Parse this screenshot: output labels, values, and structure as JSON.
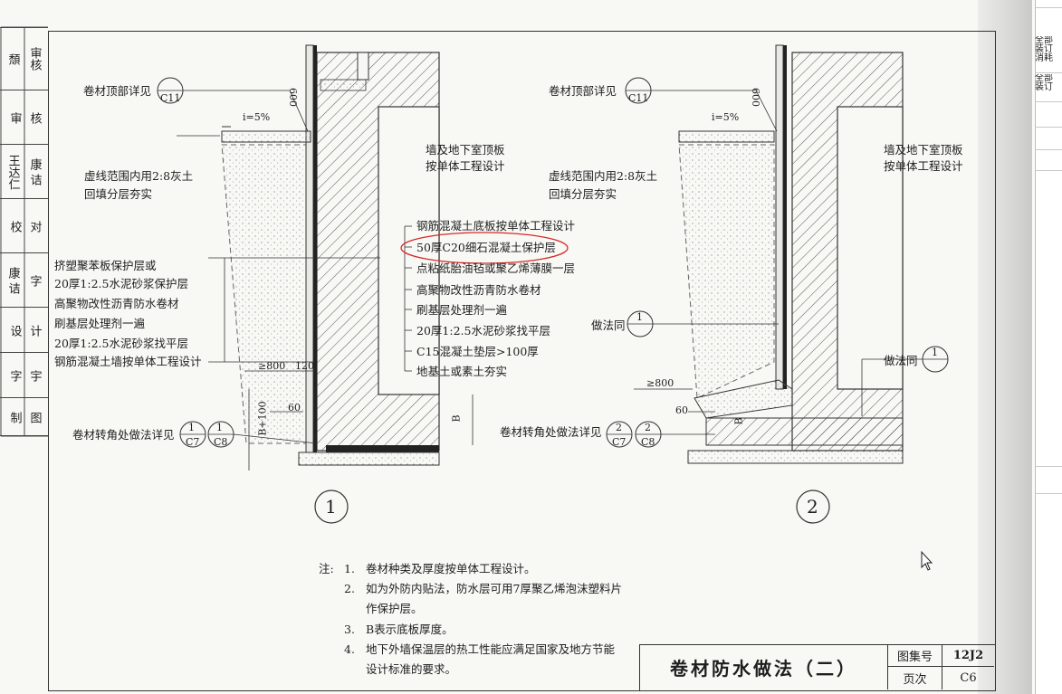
{
  "side_strip": {
    "row1_a": "审核",
    "row1_b": "頹",
    "row2_a": "审",
    "row2_b": "核",
    "row3_a": "王达仁",
    "row3_b": "康 诘",
    "row4_a": "校",
    "row4_b": "对",
    "row5_a": "康 诘",
    "row5_b": "字",
    "row6_a": "设",
    "row6_b": "计",
    "row7_a": "字",
    "row7_b": "宇",
    "row8_a": "制",
    "row8_b": "图"
  },
  "left_detail": {
    "top_ref_label": "卷材顶部详见",
    "top_ref_code": "C11",
    "slope": "i=5%",
    "dim_600": "600",
    "wall_roof_note_l1": "墙及地下室顶板",
    "wall_roof_note_l2": "按单体工程设计",
    "backfill_l1": "虚线范围内用2:8灰土",
    "backfill_l2": "回填分层夯实",
    "layers_left": [
      "挤塑聚苯板保护层或",
      "20厚1:2.5水泥砂浆保护层",
      "高聚物改性沥青防水卷材",
      "刷基层处理剂一遍",
      "20厚1:2.5水泥砂浆找平层",
      "钢筋混凝土墙按单体工程设计"
    ],
    "dim_800": "≥800",
    "dim_120": "120",
    "dim_60": "60",
    "dim_b100": "B+100",
    "dim_b": "B",
    "corner_ref_label": "卷材转角处做法详见",
    "corner_ref_1_num": "1",
    "corner_ref_1_code": "C7",
    "corner_ref_2_num": "1",
    "corner_ref_2_code": "C8",
    "detail_no": "1"
  },
  "middle_layers": [
    "钢筋混凝土底板按单体工程设计",
    "50厚C20细石混凝土保护层",
    "点粘纸胎油毡或聚乙烯薄膜一层",
    "高聚物改性沥青防水卷材",
    "刷基层处理剂一遍",
    "20厚1:2.5水泥砂浆找平层",
    "C15混凝土垫层>100厚",
    "地基土或素土夯实"
  ],
  "right_detail": {
    "top_ref_label": "卷材顶部详见",
    "top_ref_code": "C11",
    "slope": "i=5%",
    "dim_600": "600",
    "wall_roof_note_l1": "墙及地下室顶板",
    "wall_roof_note_l2": "按单体工程设计",
    "backfill_l1": "虚线范围内用2:8灰土",
    "backfill_l2": "回填分层夯实",
    "same_as_label": "做法同",
    "same_as_num": "1",
    "same_as_label2": "做法同",
    "same_as_num2": "1",
    "dim_800": "≥800",
    "dim_60": "60",
    "dim_b": "B",
    "corner_ref_label": "卷材转角处做法详见",
    "corner_ref_1_num": "2",
    "corner_ref_1_code": "C7",
    "corner_ref_2_num": "2",
    "corner_ref_2_code": "C8",
    "detail_no": "2"
  },
  "notes": {
    "prefix": "注:",
    "items": [
      {
        "n": "1.",
        "t": "卷材种类及厚度按单体工程设计。"
      },
      {
        "n": "2.",
        "t": "如为外防内贴法，防水层可用7厚聚乙烯泡沫塑料片"
      },
      {
        "n": "",
        "t": "作保护层。"
      },
      {
        "n": "3.",
        "t": "B表示底板厚度。"
      },
      {
        "n": "4.",
        "t": "地下外墙保温层的热工性能应满足国家及地方节能"
      },
      {
        "n": "",
        "t": "设计标准的要求。"
      }
    ]
  },
  "title_block": {
    "name": "卷材防水做法（二）",
    "atlas_label": "图集号",
    "atlas_value": "12J2",
    "page_label": "页次",
    "page_value": "C6"
  },
  "side_panel": {
    "cell1": "全部",
    "cell1b": "装订",
    "cell1c": "消耗",
    "cell2": "全部",
    "cell2b": "装订"
  },
  "colors": {
    "highlight_oval": "#d42a2a",
    "ink": "#1e1e1e"
  }
}
